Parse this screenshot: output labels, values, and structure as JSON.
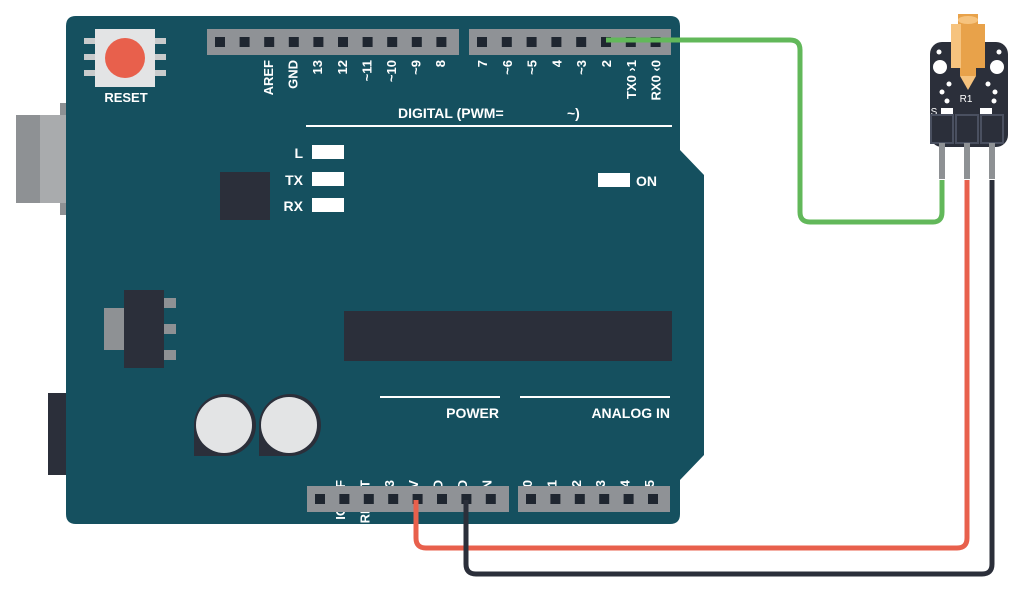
{
  "board": {
    "reset_label": "RESET",
    "digital_label": "DIGITAL (PWM=",
    "digital_tilde": "~)",
    "led_labels": [
      "L",
      "TX",
      "RX"
    ],
    "on_label": "ON",
    "power_label": "POWER",
    "analog_label": "ANALOG IN",
    "header_left_pins": [
      "AREF",
      "GND",
      "13",
      "12",
      "~11",
      "~10",
      "~9",
      "8"
    ],
    "header_right_pins": [
      "7",
      "~6",
      "~5",
      "4",
      "~3",
      "2",
      "TX0 ›1",
      "RX0 ‹0"
    ],
    "power_pins": [
      "IOREF",
      "RESET",
      "3V3",
      "5V",
      "GND",
      "GND",
      "VIN"
    ],
    "analog_pins": [
      "A0",
      "A1",
      "A2",
      "A3",
      "A4",
      "A5"
    ]
  },
  "module": {
    "resistor_label": "R1",
    "signal_label": "S"
  },
  "wires": {
    "signal_color": "#62b85a",
    "power_color": "#e8604c",
    "ground_color": "#2b2f3a"
  },
  "colors": {
    "board": "#15505f",
    "reset_button": "#e8604c"
  }
}
